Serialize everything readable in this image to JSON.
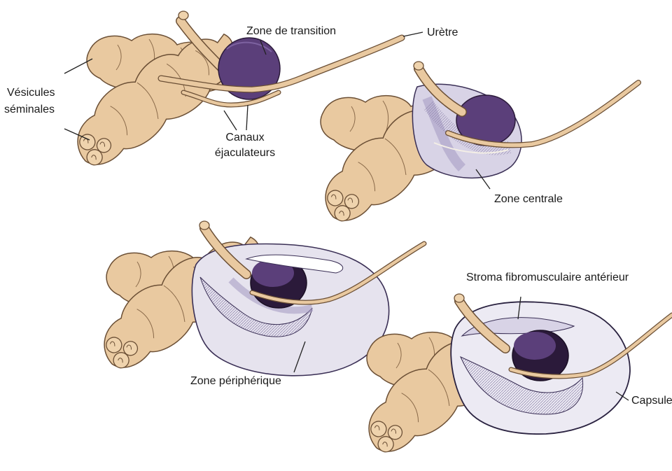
{
  "labels": {
    "transition": "Zone de transition",
    "uretre": "Urètre",
    "vesicules_line1": "Vésicules",
    "vesicules_line2": "séminales",
    "canaux_line1": "Canaux",
    "canaux_line2": "éjaculateurs",
    "centrale": "Zone centrale",
    "peripherique": "Zone périphérique",
    "stroma": "Stroma fibromusculaire antérieur",
    "capsule": "Capsule"
  },
  "colors": {
    "tissue": "#e9c9a0",
    "tissue_stroke": "#6b4f35",
    "transition_zone": "#5b3f7a",
    "zone_fill": "#d8d3e6",
    "zone_dark": "#a99fc4",
    "capsule_fill": "#eceaf3",
    "leader": "#222222"
  }
}
